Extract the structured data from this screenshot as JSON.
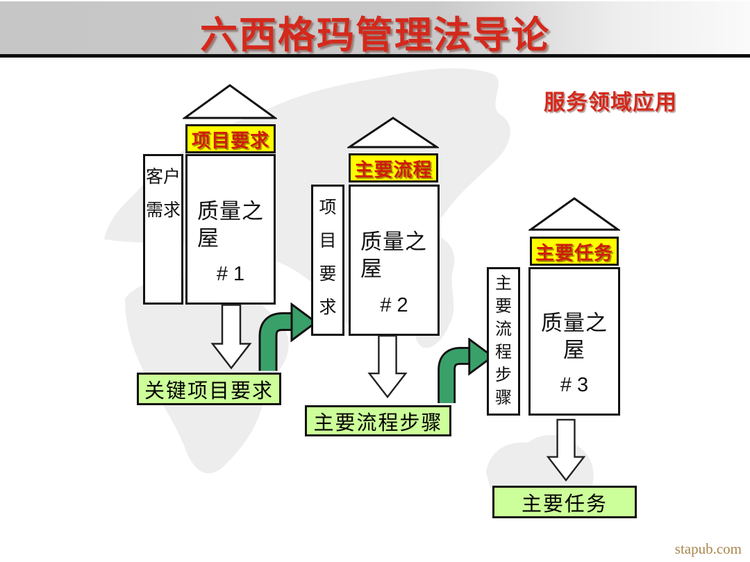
{
  "header": {
    "title": "六西格玛管理法导论"
  },
  "annotation": {
    "label": "服务领域应用"
  },
  "houses": [
    {
      "roof_label": "项目要求",
      "side_label": "客户需求",
      "body_label": "质量之屋",
      "number": "# 1",
      "result_label": "关键项目要求"
    },
    {
      "roof_label": "主要流程",
      "side_label": "项目要求",
      "body_label": "质量之屋",
      "number": "# 2",
      "result_label": "主要流程步骤"
    },
    {
      "roof_label": "主要任务",
      "side_label": "主要流程步骤",
      "body_label": "质量之屋",
      "number": "# 3",
      "result_label": "主要任务"
    }
  ],
  "footer": {
    "watermark": "stapub.com"
  },
  "colors": {
    "title_red": "#d4291c",
    "label_yellow": "#ffff00",
    "label_text_red": "#cf1d0a",
    "result_green": "#ccff99",
    "arrow_green": "#3aa069",
    "banner_gray": "#c9c9c9",
    "rule_black": "#0c0c0c",
    "map_gray": "#ededed",
    "watermark_tan": "#a8854e"
  }
}
